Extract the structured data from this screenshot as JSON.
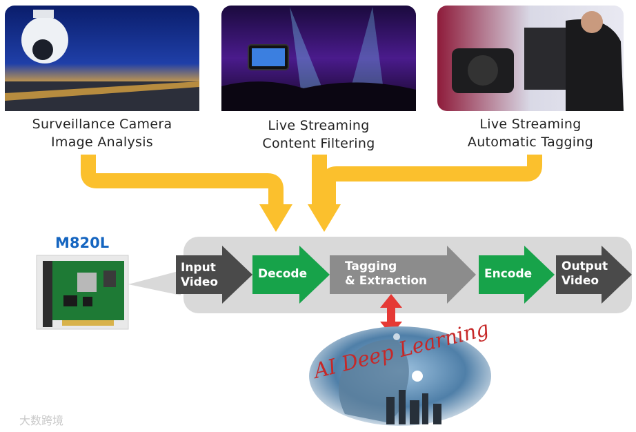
{
  "use_cases": [
    {
      "line1": "Surveillance Camera",
      "line2": "Image Analysis"
    },
    {
      "line1": "Live Streaming",
      "line2": "Content Filtering"
    },
    {
      "line1": "Live Streaming",
      "line2": "Automatic Tagging"
    }
  ],
  "product": {
    "model": "M820L"
  },
  "pipeline": {
    "input": {
      "line1": "Input",
      "line2": "Video"
    },
    "decode": "Decode",
    "tagging": {
      "line1": "Tagging",
      "line2": "& Extraction"
    },
    "encode": "Encode",
    "output": {
      "line1": "Output",
      "line2": "Video"
    }
  },
  "ai": {
    "label": "AI Deep Learning"
  },
  "watermark": "大数跨境",
  "colors": {
    "flow_arrow": "#fbc02d",
    "pipeline_bg": "#d9d9d9",
    "step_dark": "#4a4a4a",
    "step_green": "#17a34a",
    "step_gray": "#8c8c8c",
    "double_arrow": "#e53935",
    "ai_text": "#c62828",
    "model_text": "#1565c0"
  }
}
